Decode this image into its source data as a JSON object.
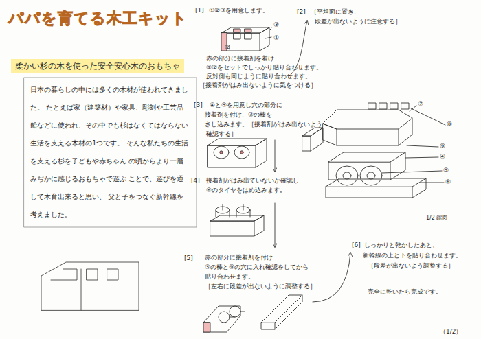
{
  "diagram": {
    "title": "パパを育てる木工キット",
    "nodes": [
      {
        "text": [
          "柔かい杉の木を使った安全安心木のおもちゃ"
        ]
      },
      {
        "text": [
          "日本の暮らしの中には多くの木材が使われてきました。 たとえば家（建築材）や家具、彫刻や工芸品 船などに使われ、その中でも杉はなくてはならない 生活を支える木材の1つです。 そんな私たちの生活を支える杉を子どもや赤ちゃん の頃からより一層みぢかに感じるおもちゃで遊ぶ ことで、遊びを通して木育出来ると思い、 父と子をつなぐ新幹線を考えました。"
        ]
      }
    ],
    "labels": [
      "[1]",
      "①②③を用意します。",
      "③",
      "①",
      "②",
      "赤の部分に接着剤を着け",
      "①②をセットでしっかり貼り合わせます。",
      "反対側も同じように貼り合わせます。",
      "［接着剤がはみ出ないように気をつける］",
      "[2]",
      "［平坦面に置き、",
      "段差が出ないように注意する］",
      "[3]",
      "④と⑤を用意し穴の部分に",
      "接着剤を付け、③の棒を",
      "さし込みます。［接着剤がはみ出ないよう",
      "確認する］",
      "[4]",
      "接着剤がはみ出ていないか確認し",
      "⑥のタイヤをはめ込みます。",
      "[5]",
      "赤の部分に接着剤を付け",
      "⑤の棒と⑨の穴に入れ確認をしてから",
      "貼り合わせます。",
      "［左右に段差が出ないように調整する］",
      "[6]",
      "しっかりと乾かしたあと、",
      "新幹線の上と下を貼り合わせます。",
      "［段差が出ないよう調整する］",
      "完全に乾いたら完成です。",
      "⑦",
      "⑧",
      "⑨",
      "④",
      "⑤",
      "⑥",
      "1/2 縮図",
      "（1/2）"
    ]
  }
}
